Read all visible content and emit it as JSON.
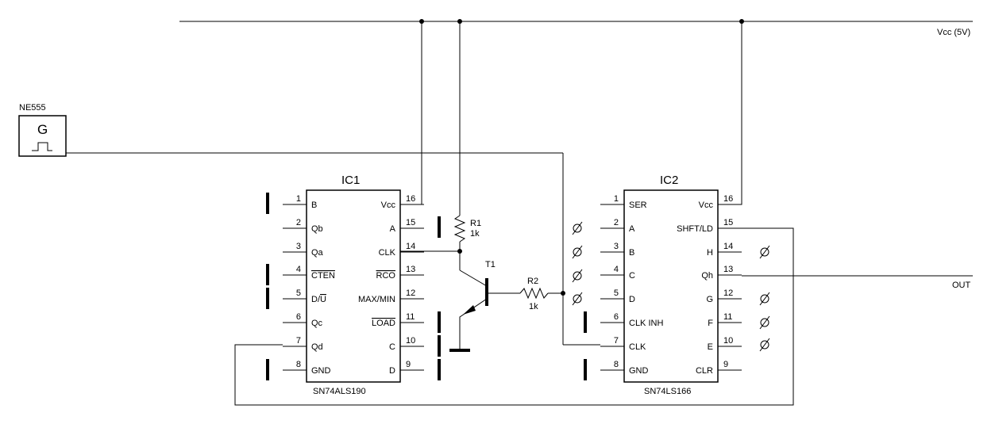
{
  "supply_label": "Vcc (5V)",
  "output_label": "OUT",
  "generator": {
    "name": "NE555",
    "symbol": "G"
  },
  "ic1": {
    "name": "IC1",
    "part": "SN74ALS190",
    "left_pins": [
      {
        "num": "1",
        "label": "B"
      },
      {
        "num": "2",
        "label": "Qb"
      },
      {
        "num": "3",
        "label": "Qa"
      },
      {
        "num": "4",
        "label": "CTEN"
      },
      {
        "num": "5",
        "label": "D/U"
      },
      {
        "num": "6",
        "label": "Qc"
      },
      {
        "num": "7",
        "label": "Qd"
      },
      {
        "num": "8",
        "label": "GND"
      }
    ],
    "right_pins": [
      {
        "num": "16",
        "label": "Vcc"
      },
      {
        "num": "15",
        "label": "A"
      },
      {
        "num": "14",
        "label": "CLK"
      },
      {
        "num": "13",
        "label": "RCO"
      },
      {
        "num": "12",
        "label": "MAX/MIN"
      },
      {
        "num": "11",
        "label": "LOAD"
      },
      {
        "num": "10",
        "label": "C"
      },
      {
        "num": "9",
        "label": "D"
      }
    ]
  },
  "ic2": {
    "name": "IC2",
    "part": "SN74LS166",
    "left_pins": [
      {
        "num": "1",
        "label": "SER"
      },
      {
        "num": "2",
        "label": "A"
      },
      {
        "num": "3",
        "label": "B"
      },
      {
        "num": "4",
        "label": "C"
      },
      {
        "num": "5",
        "label": "D"
      },
      {
        "num": "6",
        "label": "CLK INH"
      },
      {
        "num": "7",
        "label": "CLK"
      },
      {
        "num": "8",
        "label": "GND"
      }
    ],
    "right_pins": [
      {
        "num": "16",
        "label": "Vcc"
      },
      {
        "num": "15",
        "label": "SHFT/LD"
      },
      {
        "num": "14",
        "label": "H"
      },
      {
        "num": "13",
        "label": "Qh"
      },
      {
        "num": "12",
        "label": "G"
      },
      {
        "num": "11",
        "label": "F"
      },
      {
        "num": "10",
        "label": "E"
      },
      {
        "num": "9",
        "label": "CLR"
      }
    ]
  },
  "r1": {
    "name": "R1",
    "value": "1k"
  },
  "r2": {
    "name": "R2",
    "value": "1k"
  },
  "t1": {
    "name": "T1"
  }
}
